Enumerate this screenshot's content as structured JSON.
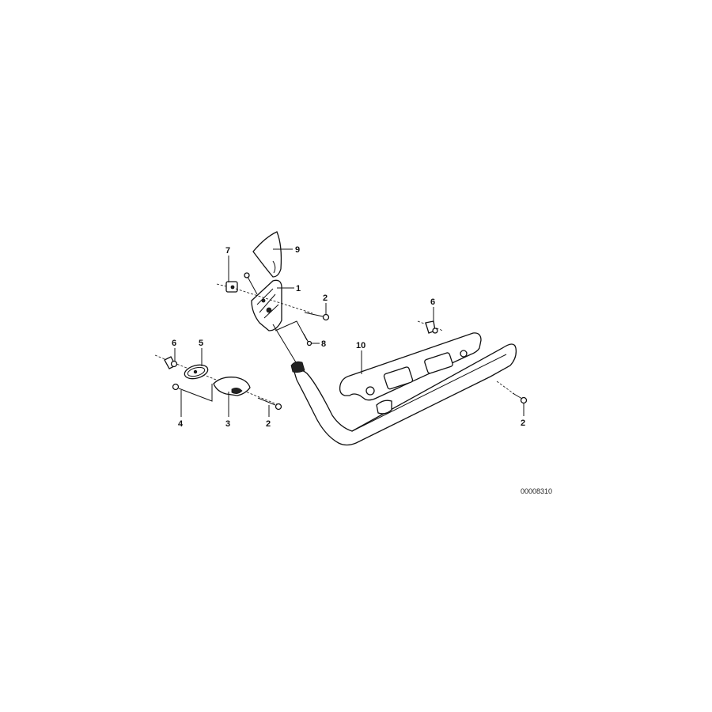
{
  "diagram": {
    "type": "exploded-parts-diagram",
    "background": "#ffffff",
    "line_color": "#111111",
    "code": "00008310",
    "callouts": [
      {
        "id": "c9",
        "label": "9",
        "part": "cover-cap"
      },
      {
        "id": "c7",
        "label": "7",
        "part": "clip-nut"
      },
      {
        "id": "c1",
        "label": "1",
        "part": "bracket-mount"
      },
      {
        "id": "c2a",
        "label": "2",
        "part": "screw"
      },
      {
        "id": "c8",
        "label": "8",
        "part": "screw-small"
      },
      {
        "id": "c6a",
        "label": "6",
        "part": "expanding-rivet"
      },
      {
        "id": "c5",
        "label": "5",
        "part": "washer-plate"
      },
      {
        "id": "c4",
        "label": "4",
        "part": "plug"
      },
      {
        "id": "c3",
        "label": "3",
        "part": "cap-cover"
      },
      {
        "id": "c2b",
        "label": "2",
        "part": "screw"
      },
      {
        "id": "c6b",
        "label": "6",
        "part": "expanding-rivet"
      },
      {
        "id": "c10",
        "label": "10",
        "part": "armrest-carrier"
      },
      {
        "id": "c2c",
        "label": "2",
        "part": "screw"
      }
    ]
  }
}
